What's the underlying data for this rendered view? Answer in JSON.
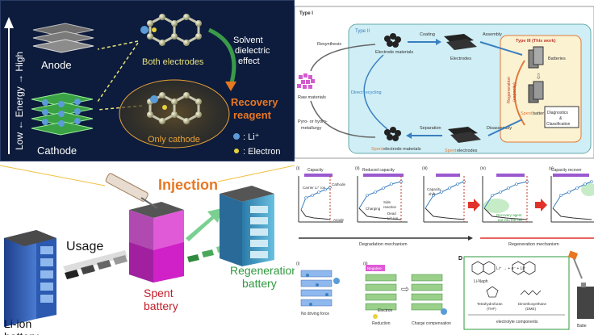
{
  "energy_panel": {
    "axis_label": "Low ← Energy → High",
    "anode": "Anode",
    "cathode": "Cathode",
    "both_electrodes": "Both electrodes",
    "solvent_effect": [
      "Solvent",
      "dielectric",
      "effect"
    ],
    "recovery_reagent": [
      "Recovery",
      "reagent"
    ],
    "only_cathode": "Only cathode",
    "legend_li": ": Li⁺",
    "legend_electron": ": Electron"
  },
  "process_panel": {
    "type1": "Type I",
    "type2": "Type II",
    "type3": "Type III (This work)",
    "resynthesis": "Resynthesis",
    "raw_materials": "Raw materials",
    "electrode_materials": "Electrode materials",
    "coating": "Coating",
    "electrodes": "Electrodes",
    "assembly": "Assembly",
    "batteries": "Batteries",
    "spent_batteries": [
      "Spent",
      " batteries"
    ],
    "diagnostics": [
      "Diagnostics",
      "&",
      "Classification"
    ],
    "regeneration": [
      "Regeneration",
      "(capacity)"
    ],
    "direct_recycling": "Direct recycling",
    "pyro": [
      "Pyro- or hydro-",
      "metallurgy"
    ],
    "separation": "Separation",
    "disassembly": "Disassembly",
    "spent_electrode_materials": [
      "Spent",
      " electrode materials"
    ],
    "spent_electrodes": [
      "Spent",
      " electrodes"
    ]
  },
  "battery_panel": {
    "injection": "Injection",
    "usage": "Usage",
    "li_ion": [
      "Li-ion",
      "battery"
    ],
    "spent": [
      "Spent",
      "battery"
    ],
    "regeneration": [
      "Regeneration",
      "battery"
    ]
  },
  "mechanism_panel": {
    "label_i": "(i)",
    "label_ii": "(ii)",
    "label_iii": "(iii)",
    "label_iv": "(iv)",
    "label_v": "(v)",
    "capacity": "Capacity",
    "reduced_capacity": "Reduced capacity",
    "capacity_recover": "Capacity recover",
    "carrier": "Carrier Li⁺ ion",
    "cathode": "Cathode",
    "anode": "Anode",
    "side_reaction": [
      "Side",
      "reaction"
    ],
    "charging": "Charging",
    "dead": [
      "Dead",
      "Li⁺ ion"
    ],
    "capacity_shift": [
      "Capacity",
      "shift"
    ],
    "recovery_agent": [
      "Recovery agent",
      "put into the cell"
    ],
    "degradation": "Degradation mechanism",
    "regeneration": "Regeneration mechanism",
    "c_label_i": "(i)",
    "c_label_ii": "(ii)",
    "no_driving_force": "No driving force",
    "negative": "Negative",
    "electron": "Electron",
    "reduction": "Reduction",
    "charge_comp": "Charge compensation",
    "d_label": "D",
    "li_naph": "Li-Naph",
    "reaction": "Li⁺  →  + e⁻ + Li⁺",
    "thf": [
      "Tetrahydrofuran",
      "(THF)"
    ],
    "dme": [
      "Dimethoxyethane",
      "(DME)"
    ],
    "electrolyte": "electrolyte components",
    "batt_cut": "Batte"
  }
}
